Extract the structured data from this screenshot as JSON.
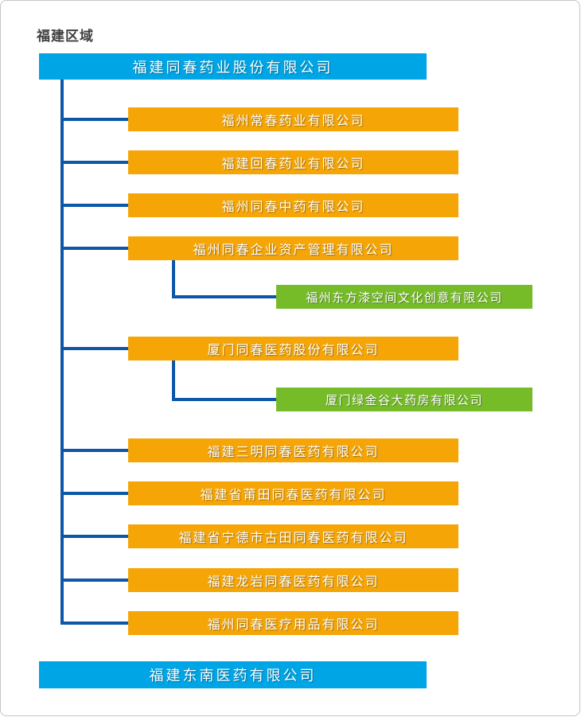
{
  "page_title": "福建区域",
  "colors": {
    "primary_blue": "#00a5e5",
    "subsidiary_orange": "#f5a506",
    "sub_subsidiary_green": "#76bc29",
    "connector_blue": "#0d57a8",
    "title_gray": "#3f3f3f",
    "border_gray": "#c5c5c5"
  },
  "org_chart": {
    "root": {
      "label": "福建同春药业股份有限公司"
    },
    "subsidiaries": [
      {
        "label": "福州常春药业有限公司"
      },
      {
        "label": "福建回春药业有限公司"
      },
      {
        "label": "福州同春中药有限公司"
      },
      {
        "label": "福州同春企业资产管理有限公司",
        "children": [
          {
            "label": "福州东方漆空间文化创意有限公司"
          }
        ]
      },
      {
        "label": "厦门同春医药股份有限公司",
        "children": [
          {
            "label": "厦门绿金谷大药房有限公司"
          }
        ]
      },
      {
        "label": "福建三明同春医药有限公司"
      },
      {
        "label": "福建省莆田同春医药有限公司"
      },
      {
        "label": "福建省宁德市古田同春医药有限公司"
      },
      {
        "label": "福建龙岩同春医药有限公司"
      },
      {
        "label": "福州同春医疗用品有限公司"
      }
    ],
    "standalone": {
      "label": "福建东南医药有限公司"
    }
  }
}
